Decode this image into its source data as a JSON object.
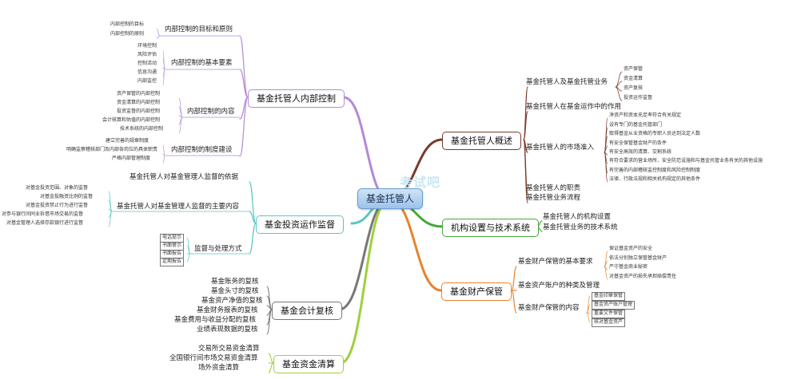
{
  "center": "基金托管人",
  "watermark": "考试吧",
  "colors": {
    "internal_control": "#b38ad6",
    "investment_monitor": "#58c5c5",
    "accounting_review": "#777777",
    "fund_clearing": "#9fcf3c",
    "overview": "#7a3a2a",
    "institution": "#46a83a",
    "asset_custody": "#e7842c"
  },
  "branches": {
    "internal_control": {
      "label": "基金托管人内部控制",
      "subs": [
        {
          "label": "内部控制的目标和原则",
          "leaves": [
            "内部控制的目标",
            "内部控制的原则"
          ]
        },
        {
          "label": "内部控制的基本要素",
          "leaves": [
            "环境控制",
            "风险评估",
            "控制活动",
            "信息沟通",
            "内部监控"
          ]
        },
        {
          "label": "内部控制的内容",
          "leaves": [
            "资产保管的内部控制",
            "资金清算的内部控制",
            "投资监督的内部控制",
            "会计核算和估值的内部控制",
            "技术系统的内部控制"
          ]
        },
        {
          "label": "内部控制的制度建设",
          "leaves": [
            "建立完善的规章制度",
            "明确监察稽核部门及内部各岗位的具体职责",
            "严格内部管理制度"
          ]
        }
      ]
    },
    "investment_monitor": {
      "label": "基金投资运作监督",
      "subs": [
        {
          "label": "基金托管人对基金管理人监督的依据",
          "leaves": []
        },
        {
          "label": "基金托管人对基金管理人监督的主要内容",
          "leaves": [
            "对基金投资范围、对象的监督",
            "对基金投融资比例的监督",
            "对基金投资禁止行为进行监督",
            "对参与银行间同业拆借市场交易的监督",
            "对基金管理人选择存款银行进行监督"
          ]
        },
        {
          "label": "监督与处理方式",
          "leaves": [
            "电话提示",
            "书面警示",
            "书面报告",
            "定期报告"
          ]
        }
      ]
    },
    "accounting_review": {
      "label": "基金会计复核",
      "leaves": [
        "基金账务的复核",
        "基金头寸的复核",
        "基金资产净值的复核",
        "基金财务报表的复核",
        "基金费用与收益分配的复核",
        "业绩表现数据的复核"
      ]
    },
    "fund_clearing": {
      "label": "基金资金清算",
      "leaves": [
        "交易所交易资金清算",
        "全国银行间市场交易资金清算",
        "场外资金清算"
      ]
    },
    "overview": {
      "label": "基金托管人概述",
      "subs": [
        {
          "label": "基金托管人及基金托管业务",
          "leaves": [
            "资产保管",
            "资金清算",
            "资产复核",
            "投资运作监督"
          ]
        },
        {
          "label": "基金托管人在基金运作中的作用",
          "leaves": []
        },
        {
          "label": "基金托管人的市场准入",
          "leaves": [
            "净资产和资本充足率符合有关规定",
            "设有专门的基金托管部门",
            "取得基金从业资格的专职人员达到法定人数",
            "有安全保管基金财产的条件",
            "有安全高效的清算、交割系统",
            "有符合要求的营业场所、安全防范设施和与基金托管业务有关的其他设施",
            "有完善的内部稽核监控制度和风险控制制度",
            "法律、行政法规和相关机构规定的其他条件"
          ]
        },
        {
          "label": "基金托管人的职责",
          "leaves": []
        },
        {
          "label": "基金托管业务流程",
          "leaves": []
        }
      ]
    },
    "institution": {
      "label": "机构设置与技术系统",
      "subs": [
        {
          "label": "基金托管人的机构设置",
          "leaves": []
        },
        {
          "label": "基金托管业务的技术系统",
          "leaves": []
        }
      ]
    },
    "asset_custody": {
      "label": "基金财产保管",
      "subs": [
        {
          "label": "基金财产保管的基本要求",
          "leaves": [
            "保证基金资产的安全",
            "依法分别独立保管基金财产",
            "严守基金商业秘密",
            "对基金资产的损失承担赔偿责任"
          ]
        },
        {
          "label": "基金资产账户的种类及管理",
          "leaves": []
        },
        {
          "label": "基金财产保管的内容",
          "leaves": [
            "基金印章保管",
            "基金资产账户管理",
            "重要文件保管",
            "核对基金资产"
          ]
        }
      ]
    }
  }
}
